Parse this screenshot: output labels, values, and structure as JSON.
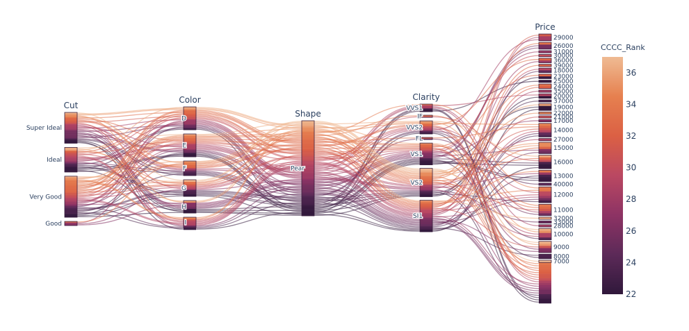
{
  "chart_data": {
    "type": "parallel_categories",
    "dimensions": [
      {
        "name": "Cut",
        "categories": [
          {
            "label": "Super Ideal",
            "count": 30
          },
          {
            "label": "Ideal",
            "count": 24
          },
          {
            "label": "Very Good",
            "count": 40
          },
          {
            "label": "Good",
            "count": 4
          }
        ]
      },
      {
        "name": "Color",
        "categories": [
          {
            "label": "D",
            "count": 22
          },
          {
            "label": "E",
            "count": 22
          },
          {
            "label": "F",
            "count": 14
          },
          {
            "label": "G",
            "count": 16
          },
          {
            "label": "H",
            "count": 12
          },
          {
            "label": "I",
            "count": 10
          }
        ]
      },
      {
        "name": "Shape",
        "categories": [
          {
            "label": "Pear",
            "count": 98
          }
        ]
      },
      {
        "name": "Clarity",
        "categories": [
          {
            "label": "VVS1",
            "count": 7
          },
          {
            "label": "IF",
            "count": 2
          },
          {
            "label": "VVS2",
            "count": 12
          },
          {
            "label": "FL",
            "count": 2
          },
          {
            "label": "VS1",
            "count": 20
          },
          {
            "label": "VS2",
            "count": 26
          },
          {
            "label": "SI1",
            "count": 29
          }
        ]
      },
      {
        "name": "Price",
        "categories": [
          {
            "label": "29000",
            "count": 3
          },
          {
            "label": "26000",
            "count": 3
          },
          {
            "label": "31000",
            "count": 1
          },
          {
            "label": "30000",
            "count": 1
          },
          {
            "label": "36000",
            "count": 2
          },
          {
            "label": "39000",
            "count": 1
          },
          {
            "label": "18000",
            "count": 2
          },
          {
            "label": "23000",
            "count": 2
          },
          {
            "label": "25000",
            "count": 1
          },
          {
            "label": "24000",
            "count": 2
          },
          {
            "label": "35000",
            "count": 1
          },
          {
            "label": "20000",
            "count": 2
          },
          {
            "label": "37000",
            "count": 1
          },
          {
            "label": "19000",
            "count": 3
          },
          {
            "label": "22000",
            "count": 1
          },
          {
            "label": "21000",
            "count": 1
          },
          {
            "label": "17000",
            "count": 1
          },
          {
            "label": "14000",
            "count": 6
          },
          {
            "label": "27000",
            "count": 1
          },
          {
            "label": "15000",
            "count": 5
          },
          {
            "label": "16000",
            "count": 6
          },
          {
            "label": "13000",
            "count": 5
          },
          {
            "label": "40000",
            "count": 1
          },
          {
            "label": "12000",
            "count": 7
          },
          {
            "label": "11000",
            "count": 5
          },
          {
            "label": "32000",
            "count": 1
          },
          {
            "label": "33000",
            "count": 1
          },
          {
            "label": "28000",
            "count": 1
          },
          {
            "label": "10000",
            "count": 5
          },
          {
            "label": "9000",
            "count": 5
          },
          {
            "label": "8000",
            "count": 2
          },
          {
            "label": "7000",
            "count": 1
          }
        ]
      }
    ],
    "colorbar": {
      "title": "CCCC_Rank",
      "range": [
        22,
        37
      ],
      "ticks": [
        24,
        26,
        28,
        30,
        32,
        34,
        36
      ],
      "colorscale": [
        "#30183b",
        "#5c2a58",
        "#8d3364",
        "#ba4862",
        "#db6044",
        "#e6804f",
        "#efbb93"
      ]
    }
  }
}
